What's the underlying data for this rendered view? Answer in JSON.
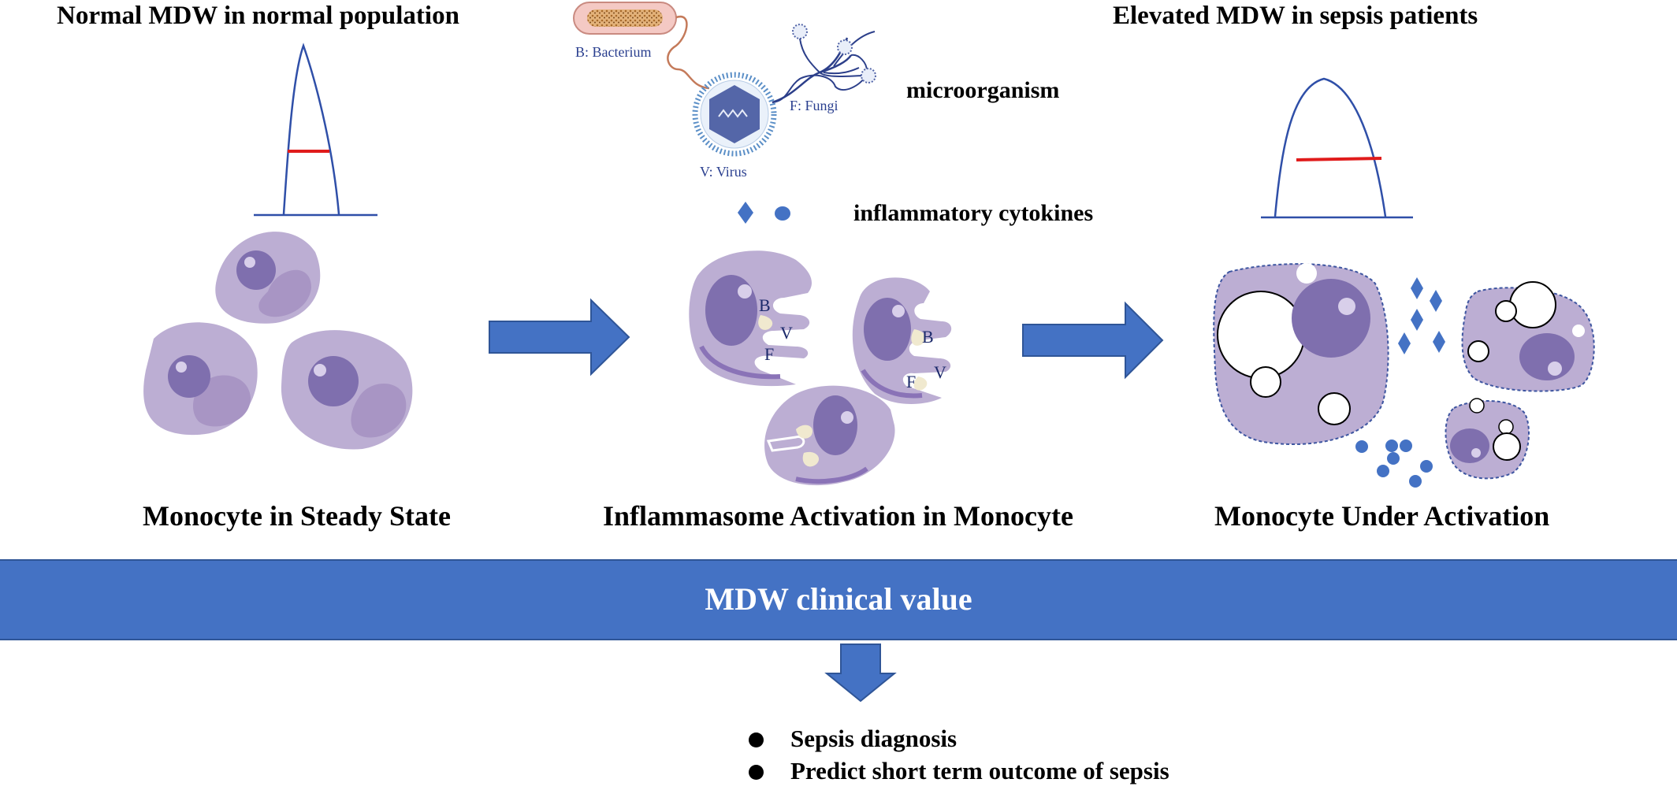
{
  "titles": {
    "left": "Normal MDW in normal population",
    "right": "Elevated MDW in sepsis patients"
  },
  "labels": {
    "microorganism": "microorganism",
    "cytokines": "inflammatory cytokines",
    "bacterium": "B: Bacterium",
    "fungi": "F: Fungi",
    "virus": "V:  Virus",
    "cell_b": "B",
    "cell_v": "V",
    "cell_f": "F"
  },
  "captions": {
    "steady": "Monocyte in Steady State",
    "inflammasome": "Inflammasome Activation in Monocyte",
    "activation": "Monocyte Under Activation"
  },
  "banner": {
    "label": "MDW clinical value"
  },
  "bullets": [
    {
      "text": "Sepsis diagnosis"
    },
    {
      "text": "Predict short term outcome of sepsis"
    }
  ],
  "colors": {
    "accent_blue": "#4472c4",
    "cell_body": "#bcaed3",
    "nucleus": "#7f6fae",
    "curve_blue": "#2f4fa8",
    "width_line_red": "#e01b1b"
  },
  "icons": [
    "bacterium-icon",
    "virus-icon",
    "fungi-icon",
    "cytokine-diamond-icon",
    "cytokine-dot-icon"
  ]
}
